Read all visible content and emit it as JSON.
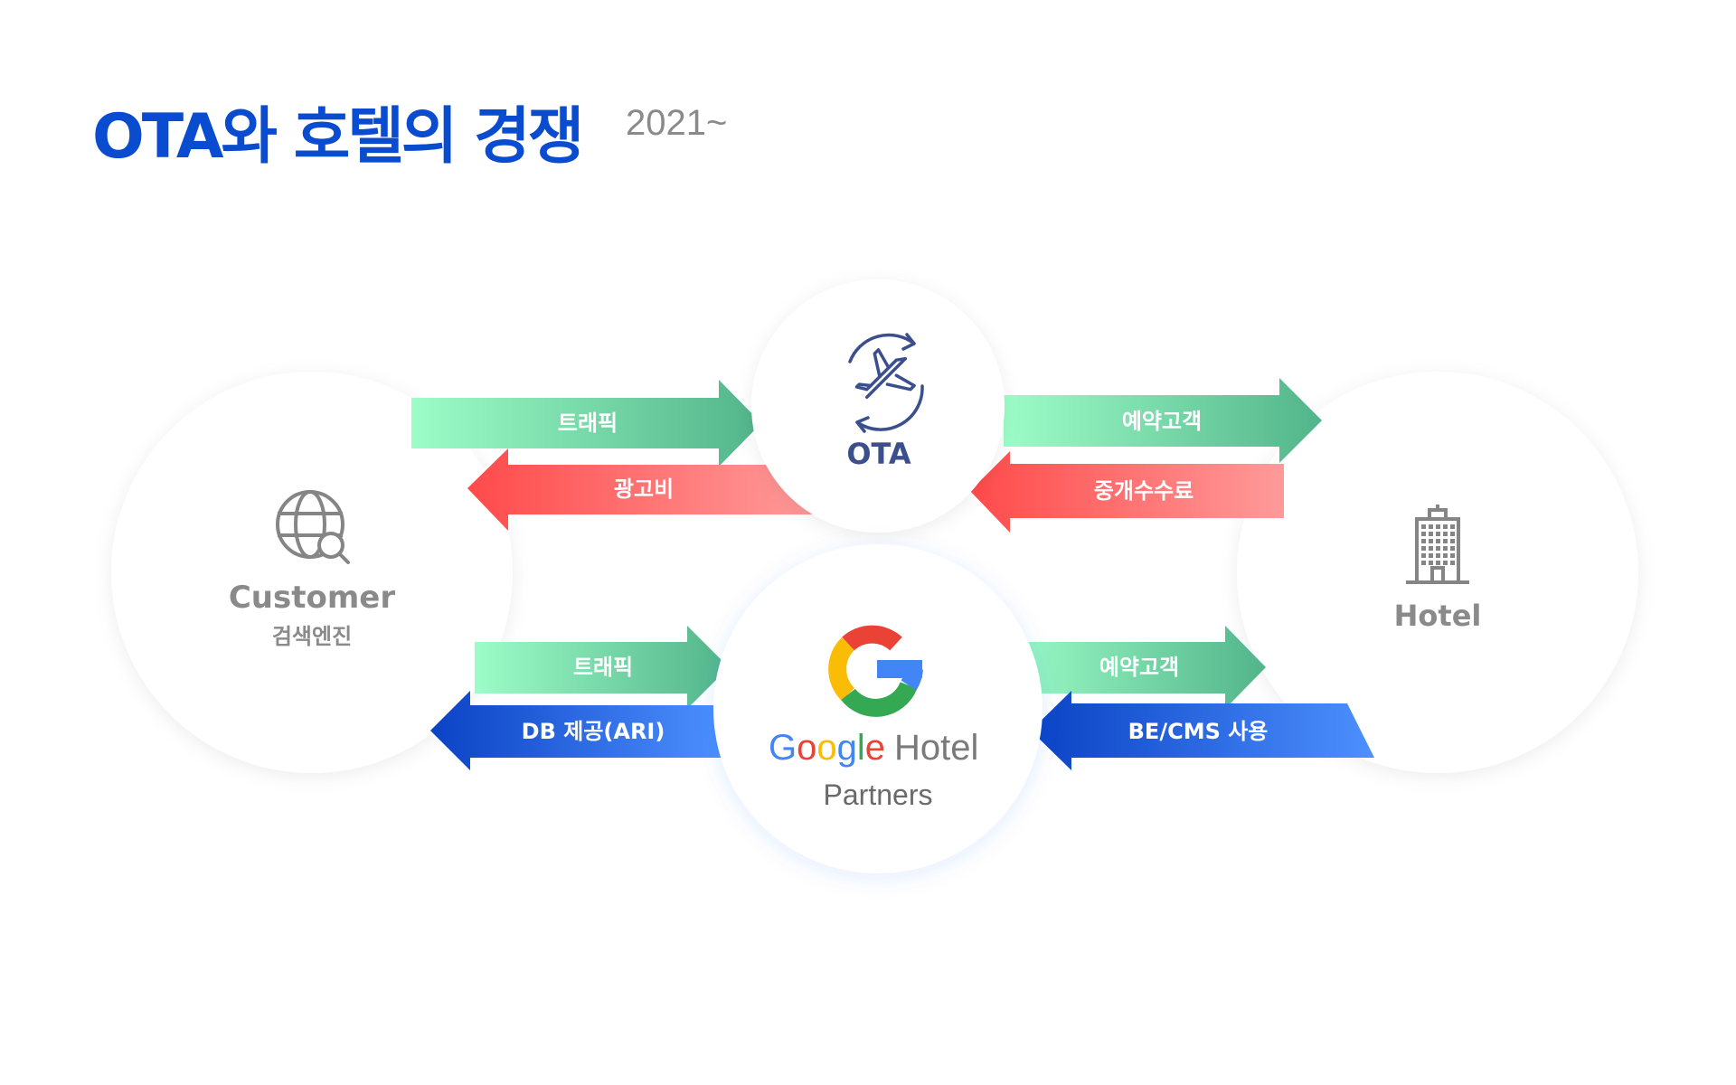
{
  "header": {
    "title": "OTA와 호텔의 경쟁",
    "period": "2021~"
  },
  "nodes": {
    "customer": {
      "label": "Customer",
      "sublabel": "검색엔진",
      "icon": "globe-search-icon"
    },
    "ota": {
      "label": "OTA",
      "icon": "airplane-cycle-icon"
    },
    "google": {
      "brand": "Google",
      "label_suffix": "Hotel",
      "label_line2": "Partners",
      "icon": "google-g-icon"
    },
    "hotel": {
      "label": "Hotel",
      "icon": "building-icon"
    }
  },
  "edges": {
    "customer_to_ota": "트래픽",
    "ota_to_customer": "광고비",
    "ota_to_hotel": "예약고객",
    "hotel_to_ota": "중개수수료",
    "customer_to_google": "트래픽",
    "google_to_customer": "DB 제공(ARI)",
    "google_to_hotel": "예약고객",
    "hotel_to_google": "BE/CMS 사용"
  },
  "colors": {
    "title": "#0a4ccf",
    "node_label": "#8a8a8a",
    "ota": "#3a4f8c",
    "green_start": "#9dfdc8",
    "green_end": "#52b48a",
    "red_start": "#ff4a4a",
    "red_end": "#ff9a9a",
    "blue_start": "#0a42c4",
    "blue_end": "#4d90ff",
    "google_blue": "#4285F4",
    "google_red": "#EA4335",
    "google_yellow": "#FBBC05",
    "google_green": "#34A853"
  }
}
